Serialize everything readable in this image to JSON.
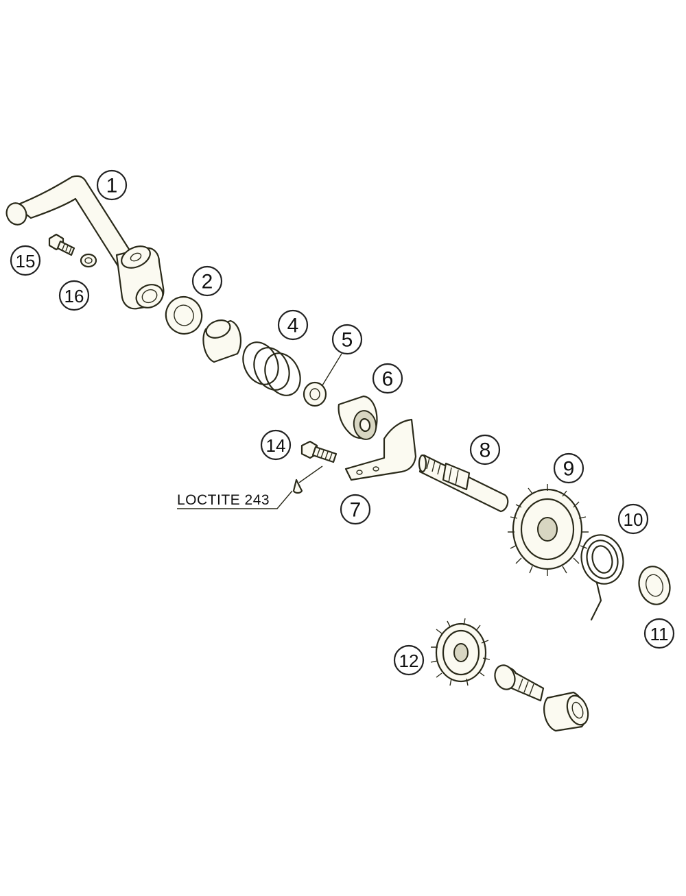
{
  "callouts": {
    "p1": "1",
    "p2": "2",
    "p4": "4",
    "p5": "5",
    "p6": "6",
    "p7": "7",
    "p8": "8",
    "p9": "9",
    "p10": "10",
    "p11": "11",
    "p12": "12",
    "p14": "14",
    "p15": "15",
    "p16": "16"
  },
  "note": {
    "loctite": "LOCTITE 243"
  },
  "colors": {
    "part_fill": "#fbfaf1",
    "outline": "#2a2a1a"
  }
}
